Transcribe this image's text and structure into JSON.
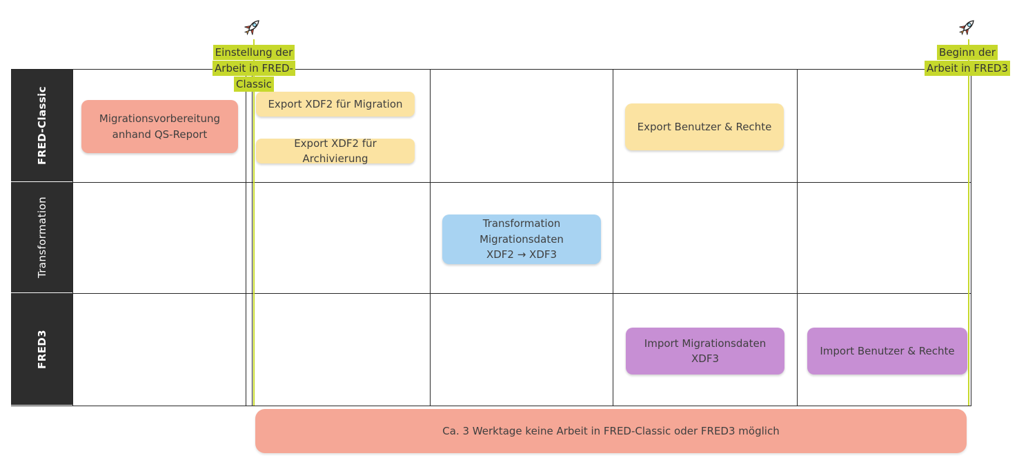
{
  "lanes": [
    {
      "label": "FRED-Classic"
    },
    {
      "label": "Transformation"
    },
    {
      "label": "FRED3"
    }
  ],
  "milestones": [
    {
      "name": "einstellung-der-arbeit-in-fred-classic",
      "icon": "rocket-icon",
      "lines": [
        "Einstellung der",
        "Arbeit in FRED-",
        "Classic"
      ]
    },
    {
      "name": "beginn-der-arbeit-in-fred3",
      "icon": "rocket-icon",
      "lines": [
        "Beginn der",
        "Arbeit in FRED3"
      ]
    }
  ],
  "cards": [
    {
      "name": "migrationsvorbereitung-qs-report",
      "lane": "FRED-Classic",
      "color": "#f5a796",
      "lines": [
        "Migrationsvorbereitung",
        "anhand QS-Report"
      ]
    },
    {
      "name": "export-xdf2-migration",
      "lane": "FRED-Classic",
      "color": "#fbe3a2",
      "label": "Export XDF2 für Migration"
    },
    {
      "name": "export-xdf2-archivierung",
      "lane": "FRED-Classic",
      "color": "#fbe3a2",
      "label": "Export XDF2 für Archivierung"
    },
    {
      "name": "export-benutzer-rechte",
      "lane": "FRED-Classic",
      "color": "#fbe3a2",
      "label": "Export Benutzer & Rechte"
    },
    {
      "name": "transformation-migrationsdaten",
      "lane": "Transformation",
      "color": "#a8d3f2",
      "lines": [
        "Transformation",
        "Migrationsdaten",
        "XDF2 → XDF3"
      ]
    },
    {
      "name": "import-migrationsdaten-xdf3",
      "lane": "FRED3",
      "color": "#c78fd4",
      "label": "Import Migrationsdaten XDF3"
    },
    {
      "name": "import-benutzer-rechte",
      "lane": "FRED3",
      "color": "#c78fd4",
      "label": "Import Benutzer & Rechte"
    }
  ],
  "footer": {
    "label": "Ca. 3 Werktage keine Arbeit in FRED-Classic oder FRED3 möglich",
    "color": "#f5a796"
  },
  "colors": {
    "milestone_highlight": "#c6d82c",
    "milestone_line": "#c6d82c",
    "lane_header_bg": "#2d2d2d",
    "grid_line": "#262626",
    "salmon": "#f5a796",
    "yellow": "#fbe3a2",
    "blue": "#a8d3f2",
    "purple": "#c78fd4"
  }
}
